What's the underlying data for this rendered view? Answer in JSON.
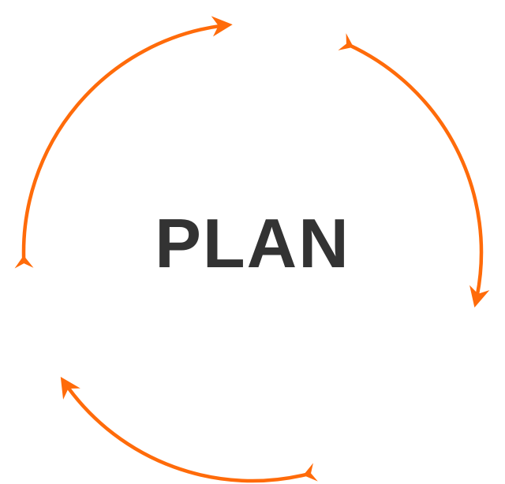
{
  "diagram": {
    "center_label": "PLAN",
    "colors": {
      "arrow": "#FF6B0A",
      "text": "#333333",
      "background": "#FFFFFF"
    },
    "arrows": [
      {
        "name": "arrow-top-left",
        "icon": "curved-arrow-clockwise-icon"
      },
      {
        "name": "arrow-right",
        "icon": "curved-arrow-clockwise-icon"
      },
      {
        "name": "arrow-bottom",
        "icon": "curved-arrow-clockwise-icon"
      }
    ]
  }
}
